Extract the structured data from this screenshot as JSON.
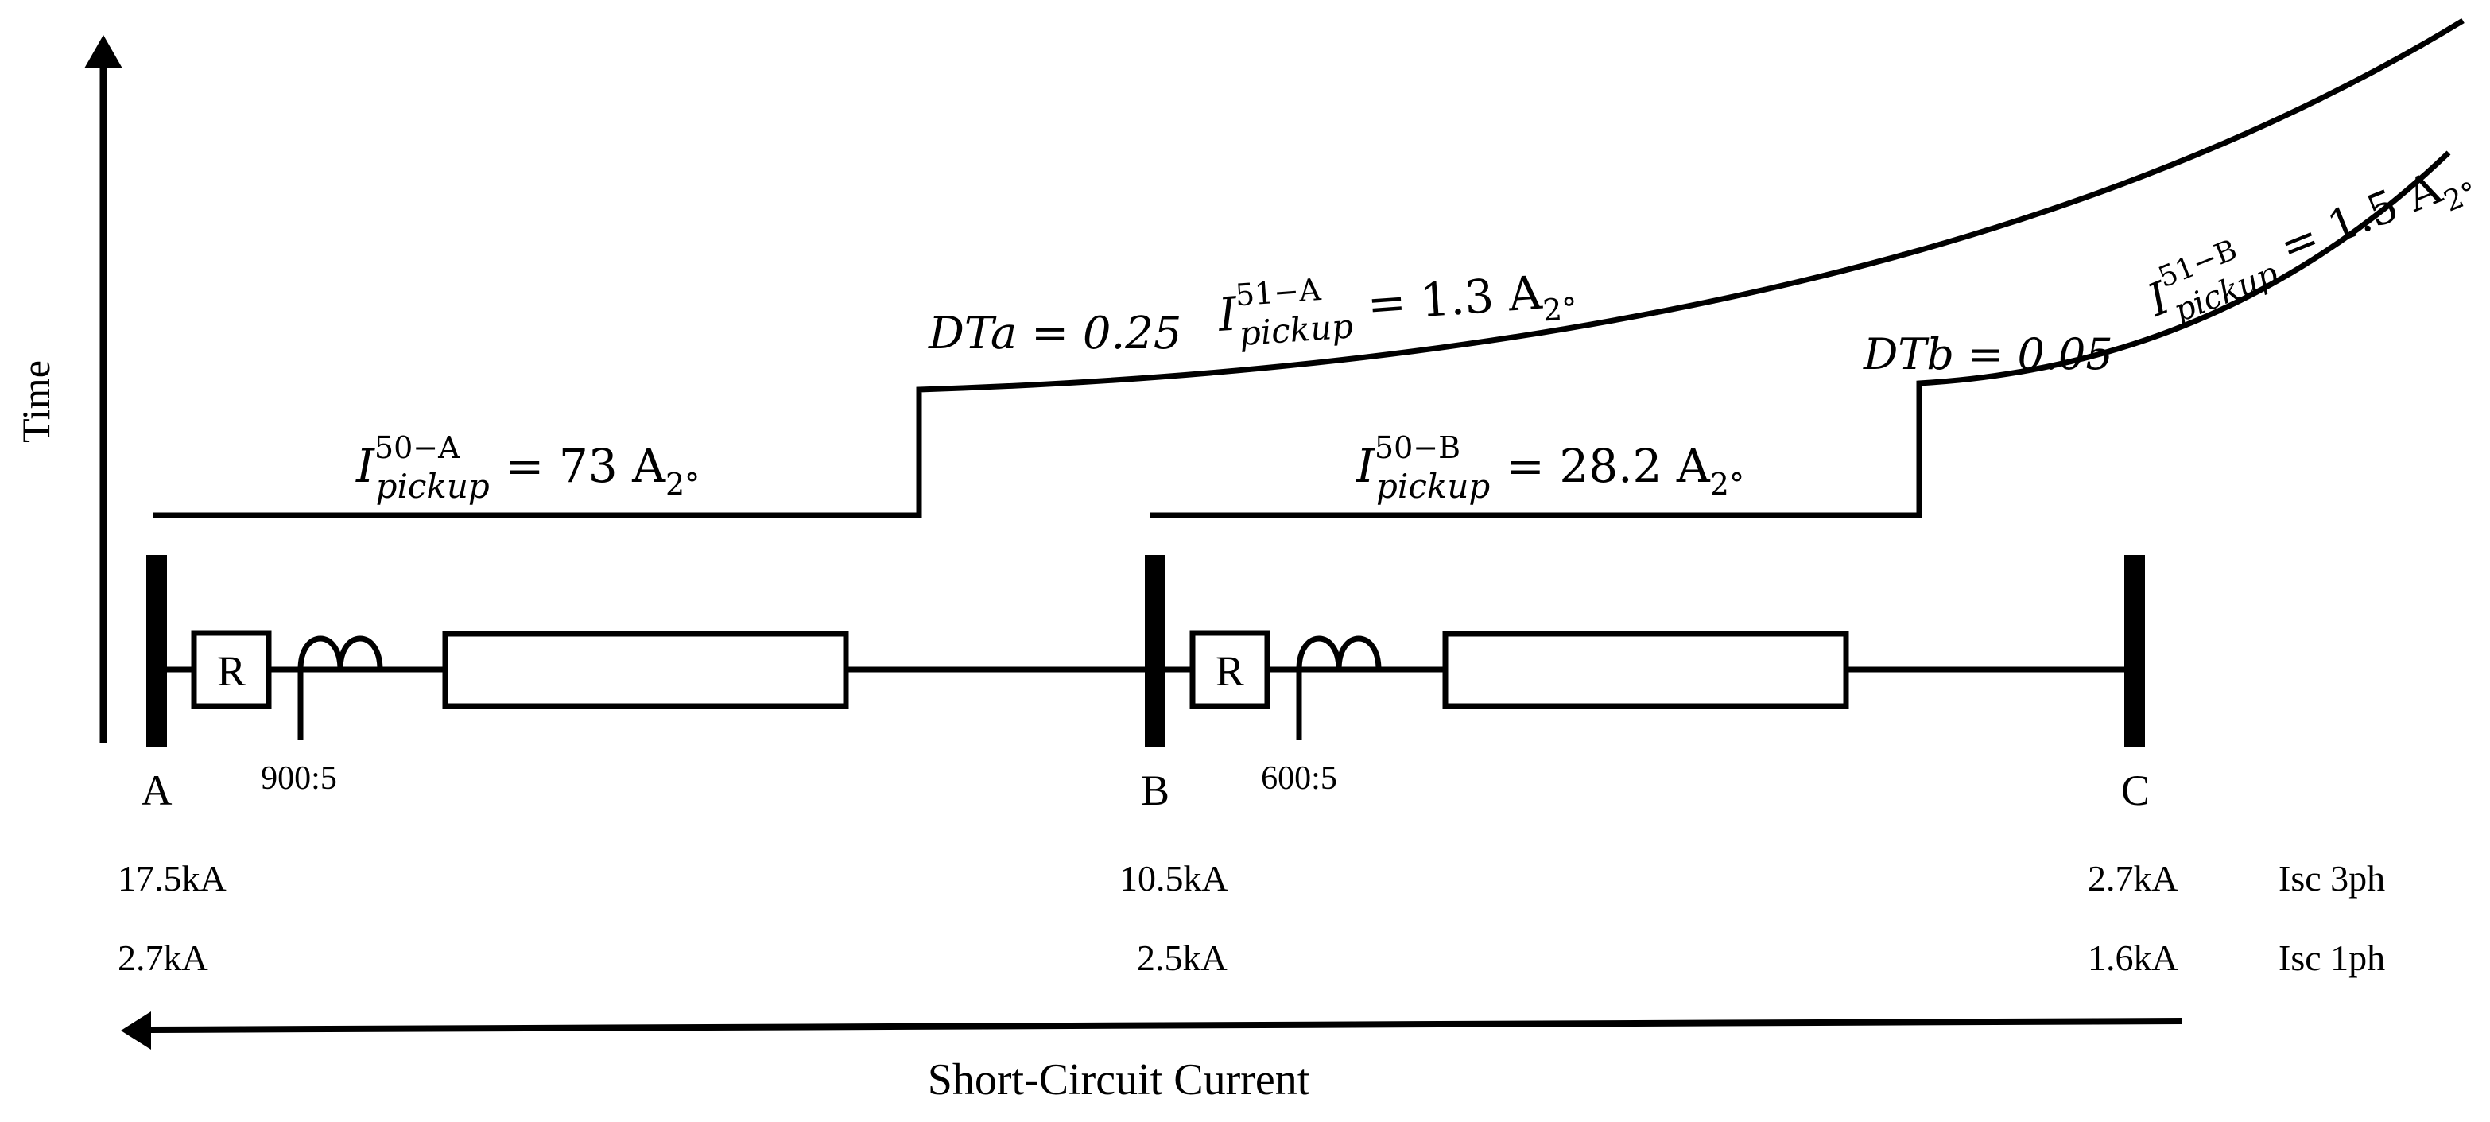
{
  "axes": {
    "time_label": "Time",
    "current_label": "Short-Circuit Current"
  },
  "buses": [
    {
      "id": "A",
      "label": "A",
      "isc_3ph": "17.5kA",
      "isc_1ph": "2.7kA"
    },
    {
      "id": "B",
      "label": "B",
      "isc_3ph": "10.5kA",
      "isc_1ph": "2.5kA"
    },
    {
      "id": "C",
      "label": "C",
      "isc_3ph": "2.7kA",
      "isc_1ph": "1.6kA"
    }
  ],
  "row_labels": {
    "isc_3ph": "Isc 3ph",
    "isc_1ph": "Isc 1ph"
  },
  "relays": [
    {
      "relay_label": "R",
      "ct_ratio": "900:5",
      "inst_pickup": {
        "base": "I",
        "sup": "50−A",
        "sub": "pickup",
        "rest": "= 73 A",
        "unit_sub": "2°"
      },
      "dt": {
        "text": "DTa = 0.25"
      },
      "toc_pickup": {
        "base": "I",
        "sup": "51−A",
        "sub": "pickup",
        "rest": "= 1.3 A",
        "unit_sub": "2°"
      }
    },
    {
      "relay_label": "R",
      "ct_ratio": "600:5",
      "inst_pickup": {
        "base": "I",
        "sup": "50−B",
        "sub": "pickup",
        "rest": "= 28.2 A",
        "unit_sub": "2°"
      },
      "dt": {
        "text": "DTb = 0.05"
      },
      "toc_pickup": {
        "base": "I",
        "sup": "51−B",
        "sub": "pickup",
        "rest": "= 1.5 A",
        "unit_sub": "2°"
      }
    }
  ]
}
